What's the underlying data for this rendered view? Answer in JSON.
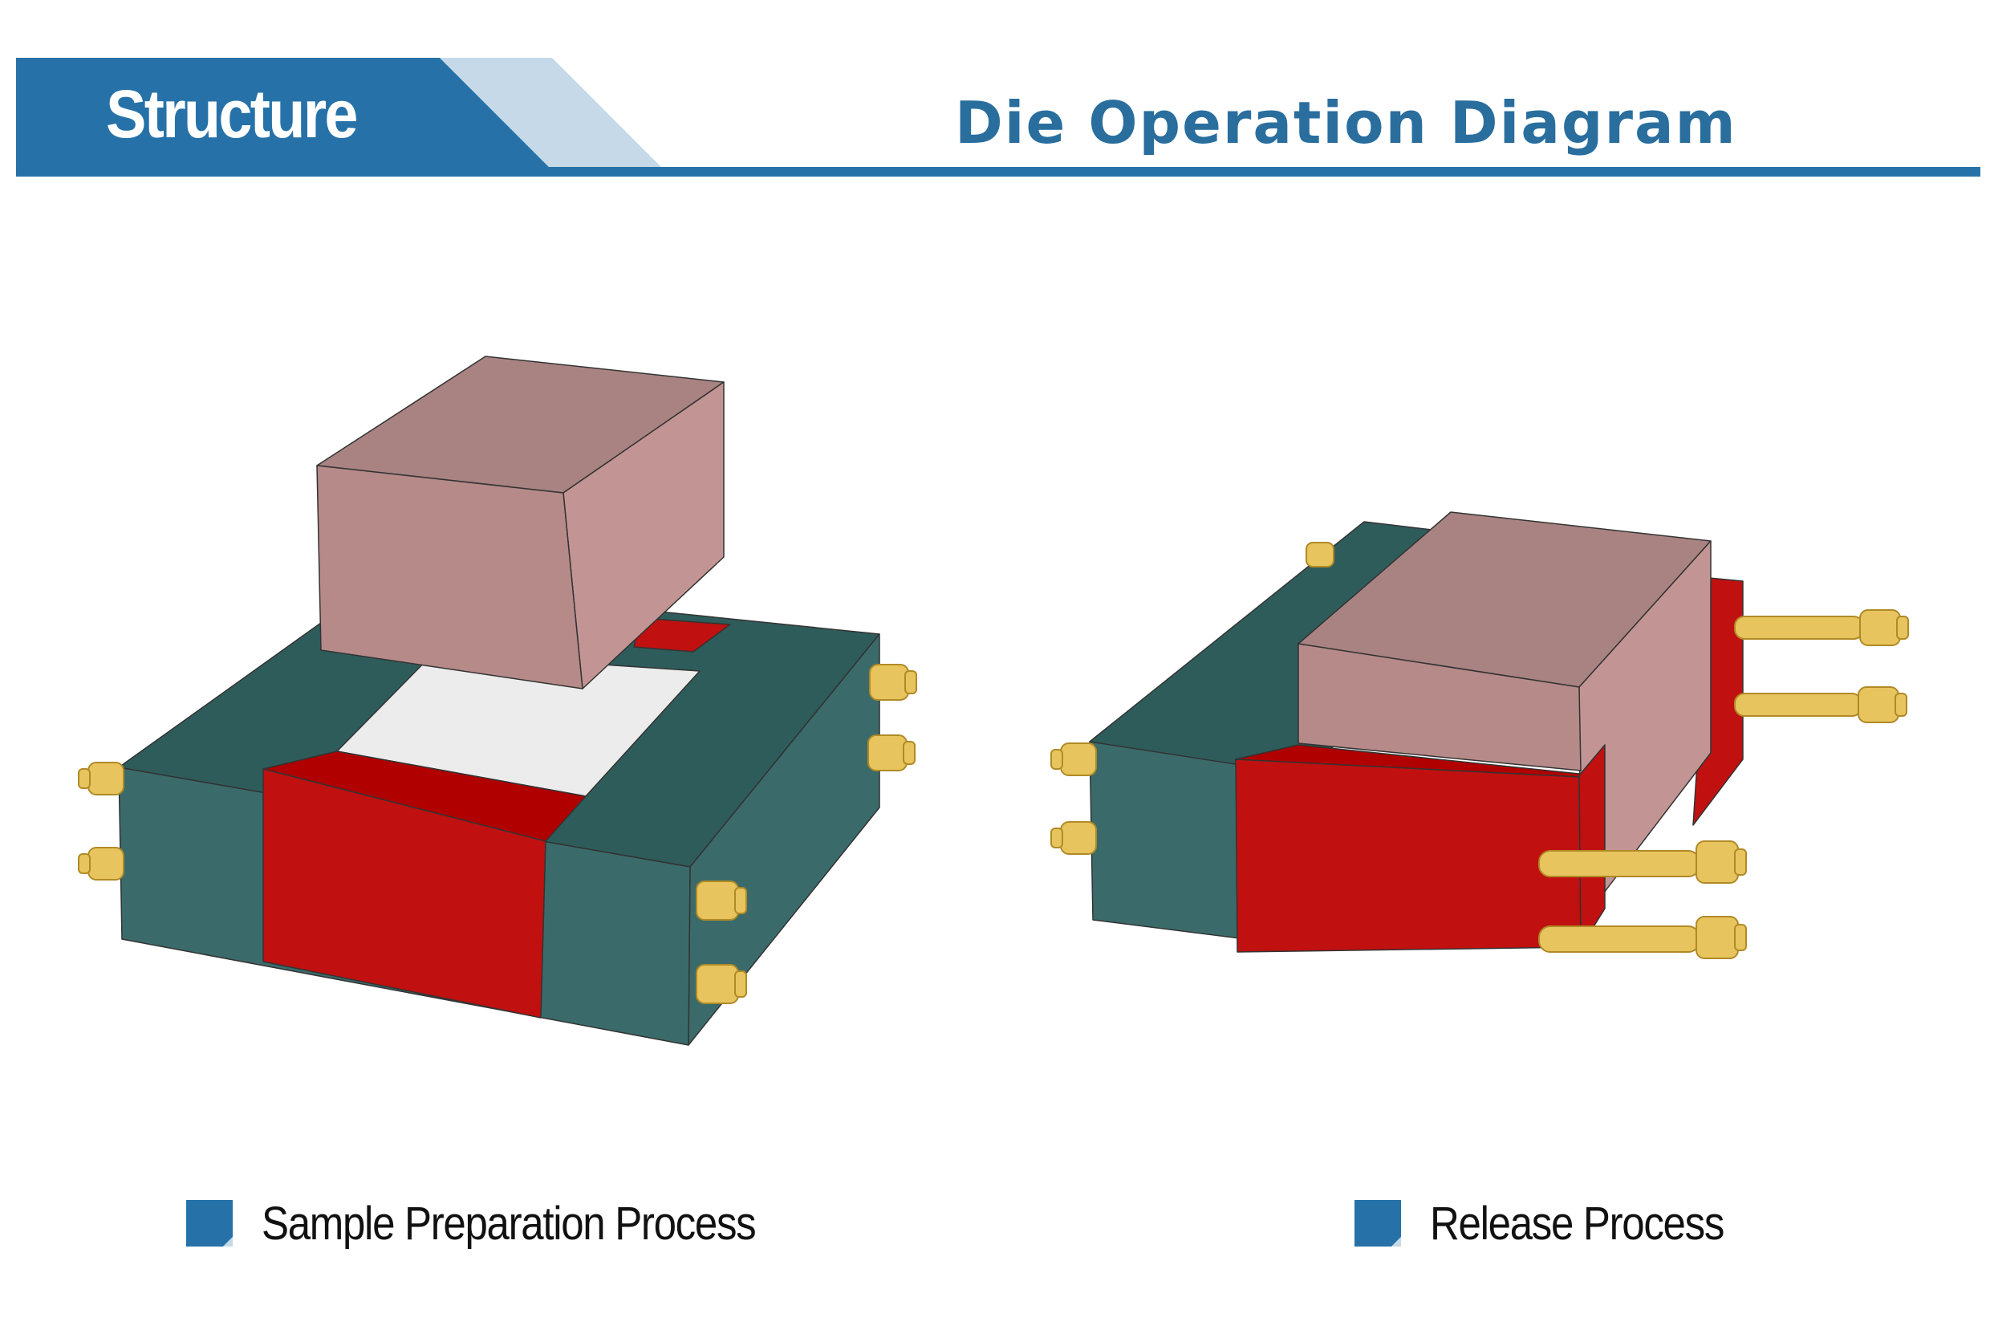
{
  "header": {
    "section_label": "Structure",
    "title": "Die Operation Diagram",
    "colors": {
      "primary": "#2672a8",
      "light_band": "#c5d9e8",
      "title_text": "#2a6e9e"
    }
  },
  "figures": [
    {
      "name": "sample-preparation",
      "caption": "Sample Preparation Process",
      "parts": [
        "punch-block",
        "die-frame",
        "red-side-plate",
        "sample-powder",
        "bolts"
      ]
    },
    {
      "name": "release",
      "caption": "Release Process",
      "parts": [
        "punch-block",
        "die-frame",
        "red-side-plate",
        "bolts"
      ]
    }
  ],
  "palette": {
    "die_frame_front": "#3a6b6a",
    "die_frame_top": "#2e5c5b",
    "red_plate": "#c01010",
    "red_plate_top": "#b00000",
    "punch_front": "#b58a89",
    "punch_top": "#a98382",
    "punch_side": "#c29594",
    "sample": "#ececec",
    "bolt": "#e8c45e"
  },
  "icons": {
    "caption_marker": "blue-square-icon"
  }
}
